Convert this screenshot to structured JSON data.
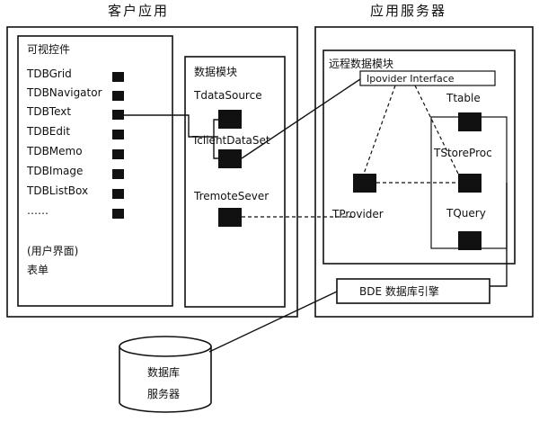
{
  "headers": {
    "client": "客户应用",
    "server": "应用服务器"
  },
  "visual_controls": {
    "title": "可视控件",
    "items": [
      "TDBGrid",
      "TDBNavigator",
      "TDBText",
      "TDBEdit",
      "TDBMemo",
      "TDBImage",
      "TDBListBox",
      "……"
    ]
  },
  "ui_section": {
    "line1": "(用户界面)",
    "line2": "表单"
  },
  "data_module": {
    "title": "数据模块",
    "datasource": "TdataSource",
    "clientdataset": "TclientDataSet",
    "remoteserver": "TremoteSever"
  },
  "remote_module": {
    "title": "远程数据模块",
    "interface": "Ipovider   Interface",
    "provider": "TProvider",
    "ttable": "Ttable",
    "tstoredproc": "TStoreProc",
    "tquery": "TQuery"
  },
  "bde": {
    "label": "BDE 数据库引擎"
  },
  "database_server": {
    "line1": "数据库",
    "line2": "服务器"
  }
}
